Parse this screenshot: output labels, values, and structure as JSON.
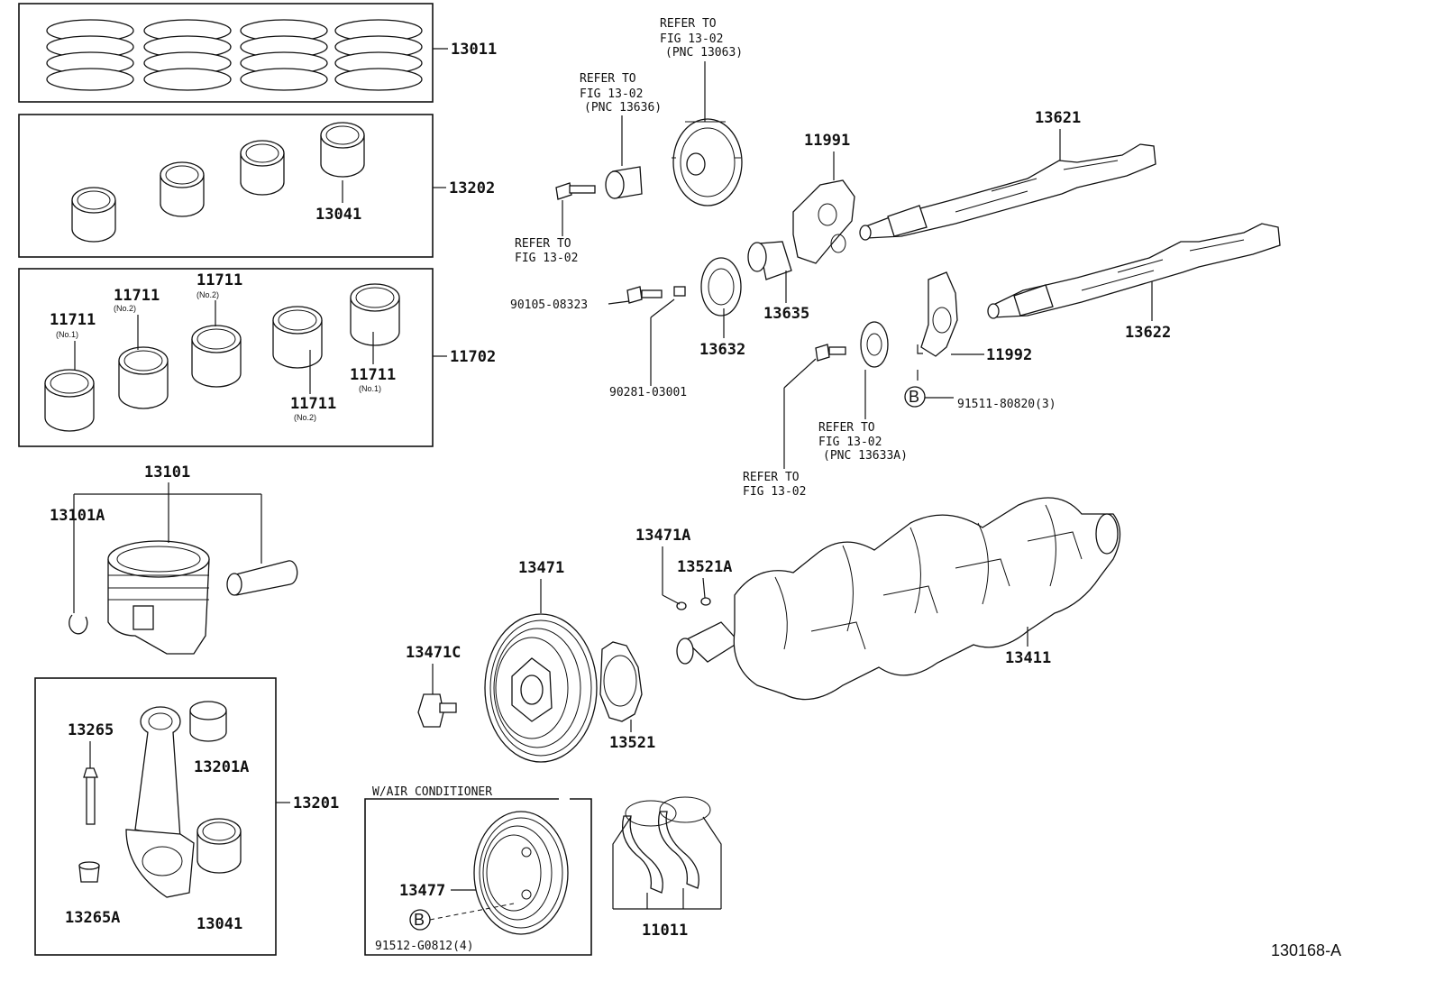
{
  "parts": {
    "p13011": "13011",
    "p13202": "13202",
    "p13041_top": "13041",
    "p11711_a": "11711",
    "p11711_a_sub": "(No.1)",
    "p11711_b": "11711",
    "p11711_b_sub": "(No.2)",
    "p11711_c": "11711",
    "p11711_c_sub": "(No.2)",
    "p11711_d": "11711",
    "p11711_d_sub": "(No.2)",
    "p11711_e": "11711",
    "p11711_e_sub": "(No.1)",
    "p11702": "11702",
    "p13101": "13101",
    "p13101A": "13101A",
    "p13265": "13265",
    "p13201A": "13201A",
    "p13201": "13201",
    "p13265A": "13265A",
    "p13041_bottom": "13041",
    "p13471": "13471",
    "p13471C": "13471C",
    "p13521": "13521",
    "p13471A": "13471A",
    "p13521A": "13521A",
    "p13411": "13411",
    "p13477": "13477",
    "p11011": "11011",
    "p91512": "91512-G0812(4)",
    "p11991": "11991",
    "p13621": "13621",
    "p13622": "13622",
    "p11992": "11992",
    "p91511": "91511-80820(3)",
    "p13635": "13635",
    "p13632": "13632",
    "p90105": "90105-08323",
    "p90281": "90281-03001"
  },
  "notes": {
    "refer_a_l1": "REFER TO",
    "refer_a_l2": "FIG 13-02",
    "refer_a_l3": "(PNC 13063)",
    "refer_b_l1": "REFER TO",
    "refer_b_l2": "FIG 13-02",
    "refer_b_l3": "(PNC 13636)",
    "refer_c_l1": "REFER TO",
    "refer_c_l2": "FIG 13-02",
    "refer_d_l1": "REFER TO",
    "refer_d_l2": "FIG 13-02",
    "refer_d_l3": "(PNC 13633A)",
    "refer_e_l1": "REFER TO",
    "refer_e_l2": "FIG 13-02",
    "aircon": "W/AIR CONDITIONER",
    "marker_b1": "B",
    "marker_b2": "B"
  },
  "figure_code": "130168-A"
}
